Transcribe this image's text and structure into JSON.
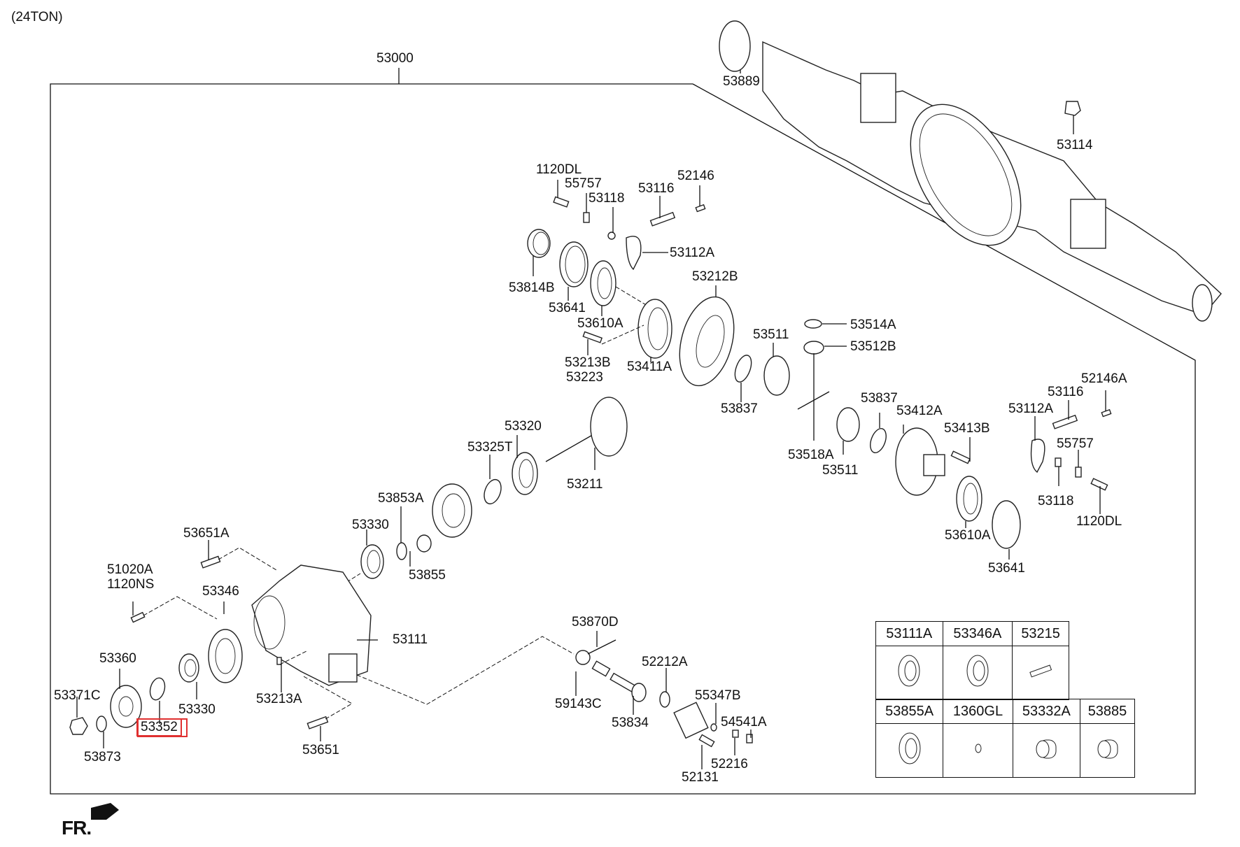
{
  "header": {
    "title": "(24TON)"
  },
  "assembly": {
    "number": "53000"
  },
  "orientation": {
    "label": "FR.",
    "arrow_icon": "front-direction-arrow"
  },
  "highlight": {
    "selected_part": "53352",
    "color": "#e03030"
  },
  "callouts": {
    "p53889": "53889",
    "p53114": "53114",
    "p1120DL_a": "1120DL",
    "p55757_a": "55757",
    "p53118_a": "53118",
    "p53116_a": "53116",
    "p52146": "52146",
    "p53112A_a": "53112A",
    "p53814B": "53814B",
    "p53641_a": "53641",
    "p53610A_a": "53610A",
    "p53212B": "53212B",
    "p53213B": "53213B",
    "p53223": "53223",
    "p53411A": "53411A",
    "p53511_a": "53511",
    "p53514A": "53514A",
    "p53512B": "53512B",
    "p53837_a": "53837",
    "p53837_b": "53837",
    "p53518A": "53518A",
    "p53511_b": "53511",
    "p53412A": "53412A",
    "p53413B": "53413B",
    "p52146A": "52146A",
    "p53116_b": "53116",
    "p53112A_b": "53112A",
    "p55757_b": "55757",
    "p53118_b": "53118",
    "p1120DL_b": "1120DL",
    "p53610A_b": "53610A",
    "p53641_b": "53641",
    "p53320": "53320",
    "p53325T": "53325T",
    "p53211": "53211",
    "p53853A": "53853A",
    "p53330_a": "53330",
    "p53855": "53855",
    "p53651A": "53651A",
    "p51020A": "51020A",
    "p1120NS": "1120NS",
    "p53346": "53346",
    "p53111": "53111",
    "p53360": "53360",
    "p53371C": "53371C",
    "p53352": "53352",
    "p53330_b": "53330",
    "p53213A": "53213A",
    "p53873": "53873",
    "p53651": "53651",
    "p53870D": "53870D",
    "p52212A": "52212A",
    "p59143C": "59143C",
    "p53834": "53834",
    "p55347B": "55347B",
    "p54541A": "54541A",
    "p52216": "52216",
    "p52131": "52131"
  },
  "kit_table": {
    "row1": [
      "53111A",
      "53346A",
      "53215"
    ],
    "row2": [
      "53855A",
      "1360GL",
      "53332A",
      "53885"
    ],
    "row1_icons": [
      "bearing",
      "bearing",
      "bolt"
    ],
    "row2_icons": [
      "bearing",
      "washer",
      "bushing",
      "bushing"
    ]
  }
}
